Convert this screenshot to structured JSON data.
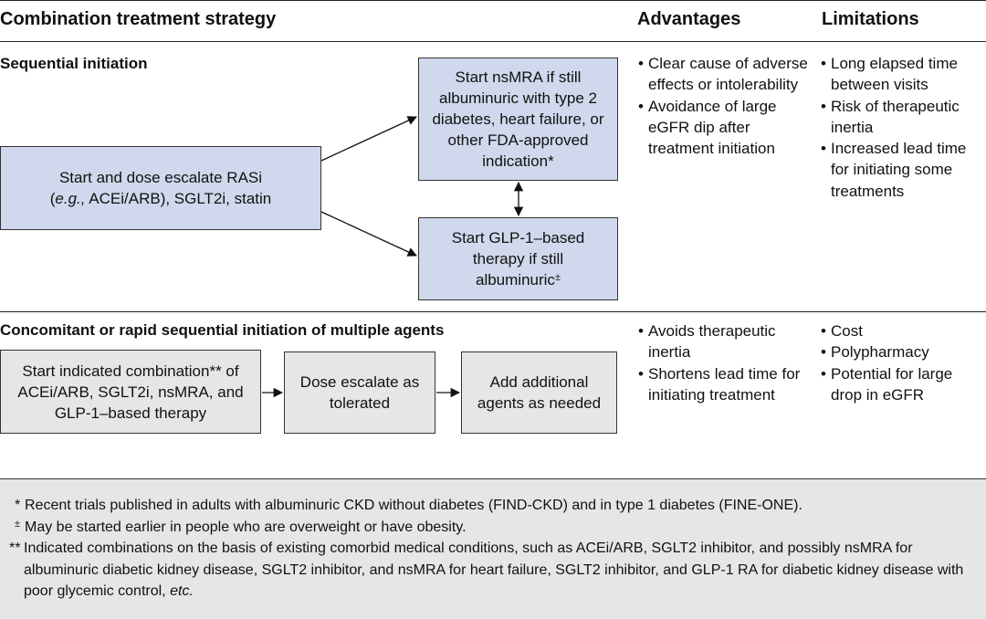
{
  "header": {
    "strategy": "Combination treatment strategy",
    "advantages": "Advantages",
    "limitations": "Limitations"
  },
  "sequential": {
    "title": "Sequential initiation",
    "start_box": {
      "line1": "Start and dose escalate RASi",
      "italic": "e.g.,",
      "line2_rest": " ACEi/ARB), SGLT2i, statin"
    },
    "nsmra_box": "Start nsMRA if still albuminuric with type 2 diabetes, heart failure, or other FDA-approved indication*",
    "glp_box": {
      "text": "Start GLP-1–based therapy if still albuminuric",
      "mark": "±"
    },
    "advantages": [
      "Clear cause of adverse effects or intolerability",
      "Avoidance of large eGFR dip after treatment initiation"
    ],
    "limitations": [
      "Long elapsed time between visits",
      "Risk of therapeutic inertia",
      "Increased lead time for initiating some treatments"
    ]
  },
  "concomitant": {
    "title": "Concomitant or rapid sequential initiation of multiple agents",
    "box1": "Start indicated combination** of ACEi/ARB, SGLT2i, nsMRA, and GLP-1–based therapy",
    "box2": "Dose escalate as tolerated",
    "box3": "Add additional agents as needed",
    "advantages": [
      "Avoids therapeutic inertia",
      "Shortens lead time for initiating treatment"
    ],
    "limitations": [
      "Cost",
      "Polypharmacy",
      "Potential for large drop in eGFR"
    ]
  },
  "footnotes": {
    "n1_mark": "*",
    "n1": "Recent trials published in adults with albuminuric CKD without diabetes (FIND-CKD) and in type 1 diabetes (FINE-ONE).",
    "n2_mark": "±",
    "n2": "May be started earlier in people who are overweight or have obesity.",
    "n3_mark": "**",
    "n3": "Indicated combinations on the basis of existing comorbid medical conditions, such as ACEi/ARB, SGLT2 inhibitor, and possibly nsMRA for albuminuric diabetic kidney disease, SGLT2 inhibitor, and nsMRA for heart failure, SGLT2 inhibitor, and GLP-1 RA for diabetic kidney disease with poor glycemic control,",
    "n3_etc": "etc."
  },
  "colors": {
    "blue_box": "#cfd8ec",
    "grey_box": "#e6e6e6"
  }
}
